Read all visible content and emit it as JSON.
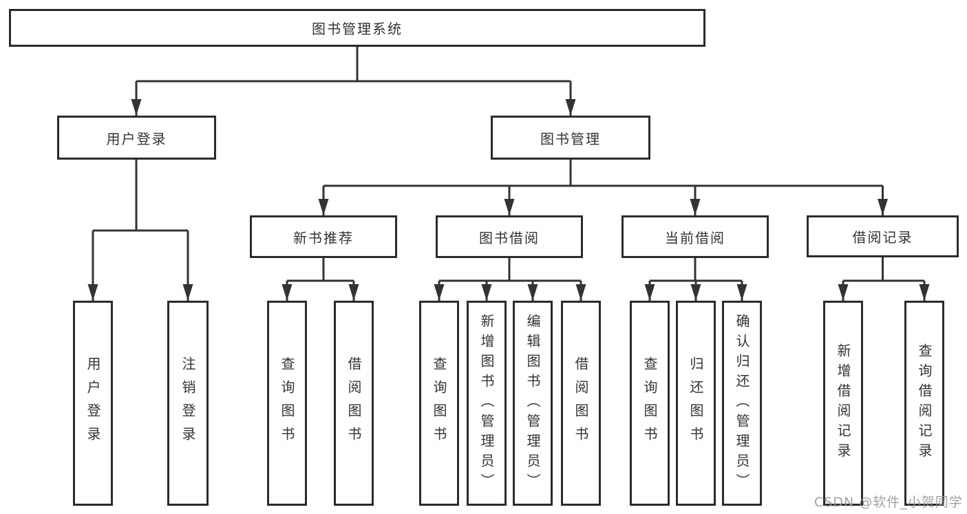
{
  "colors": {
    "box_border": "#2b2b2b",
    "connector_line": "#333333",
    "text": "#333333",
    "watermark_text": "#9e9898",
    "background": "#ffffff"
  },
  "tree": {
    "label": "图书管理系统",
    "children": [
      {
        "label": "用户登录",
        "children": [
          {
            "label": "用户登录"
          },
          {
            "label": "注销登录"
          }
        ]
      },
      {
        "label": "图书管理",
        "children": [
          {
            "label": "新书推荐",
            "children": [
              {
                "label": "查询图书"
              },
              {
                "label": "借阅图书"
              }
            ]
          },
          {
            "label": "图书借阅",
            "children": [
              {
                "label": "查询图书"
              },
              {
                "label": "新增图书（管理员）"
              },
              {
                "label": "编辑图书（管理员）"
              },
              {
                "label": "借阅图书"
              }
            ]
          },
          {
            "label": "当前借阅",
            "children": [
              {
                "label": "查询图书"
              },
              {
                "label": "归还图书"
              },
              {
                "label": "确认归还（管理员）"
              }
            ]
          },
          {
            "label": "借阅记录",
            "children": [
              {
                "label": "新增借阅记录"
              },
              {
                "label": "查询借阅记录"
              }
            ]
          }
        ]
      }
    ]
  },
  "watermark": "CSDN @软件_小贺同学"
}
